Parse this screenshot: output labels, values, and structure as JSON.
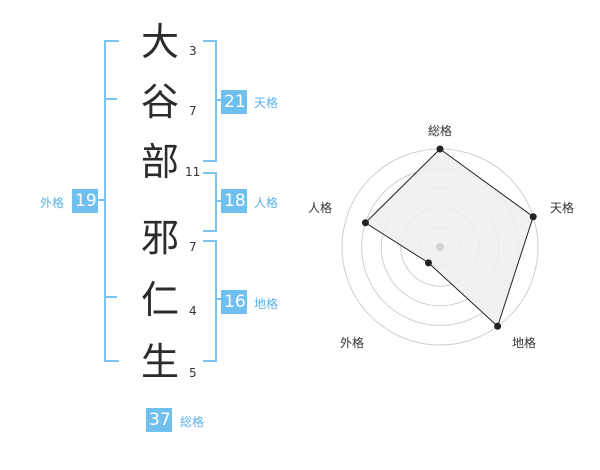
{
  "name_chars": [
    {
      "char": "大",
      "strokes": "3"
    },
    {
      "char": "谷",
      "strokes": "7"
    },
    {
      "char": "部",
      "strokes": "11"
    },
    {
      "char": "邪",
      "strokes": "7"
    },
    {
      "char": "仁",
      "strokes": "4"
    },
    {
      "char": "生",
      "strokes": "5"
    }
  ],
  "fortunes": {
    "tenkaku": {
      "value": "21",
      "label": "天格"
    },
    "jinkaku": {
      "value": "18",
      "label": "人格"
    },
    "chikaku": {
      "value": "16",
      "label": "地格"
    },
    "gaikaku": {
      "value": "19",
      "label": "外格"
    },
    "soukaku": {
      "value": "37",
      "label": "総格"
    }
  },
  "radar": {
    "axes": [
      "総格",
      "天格",
      "地格",
      "外格",
      "人格"
    ],
    "levels": 5,
    "scores": [
      5,
      5,
      5,
      1,
      4
    ],
    "colors": {
      "ring": "#cfcfcf",
      "fill": "#efefef",
      "line": "#222222",
      "dot": "#222222",
      "center": "#d4d4d4"
    }
  },
  "colors": {
    "accent": "#6fc0ef",
    "bracket": "#7cc4f0"
  }
}
